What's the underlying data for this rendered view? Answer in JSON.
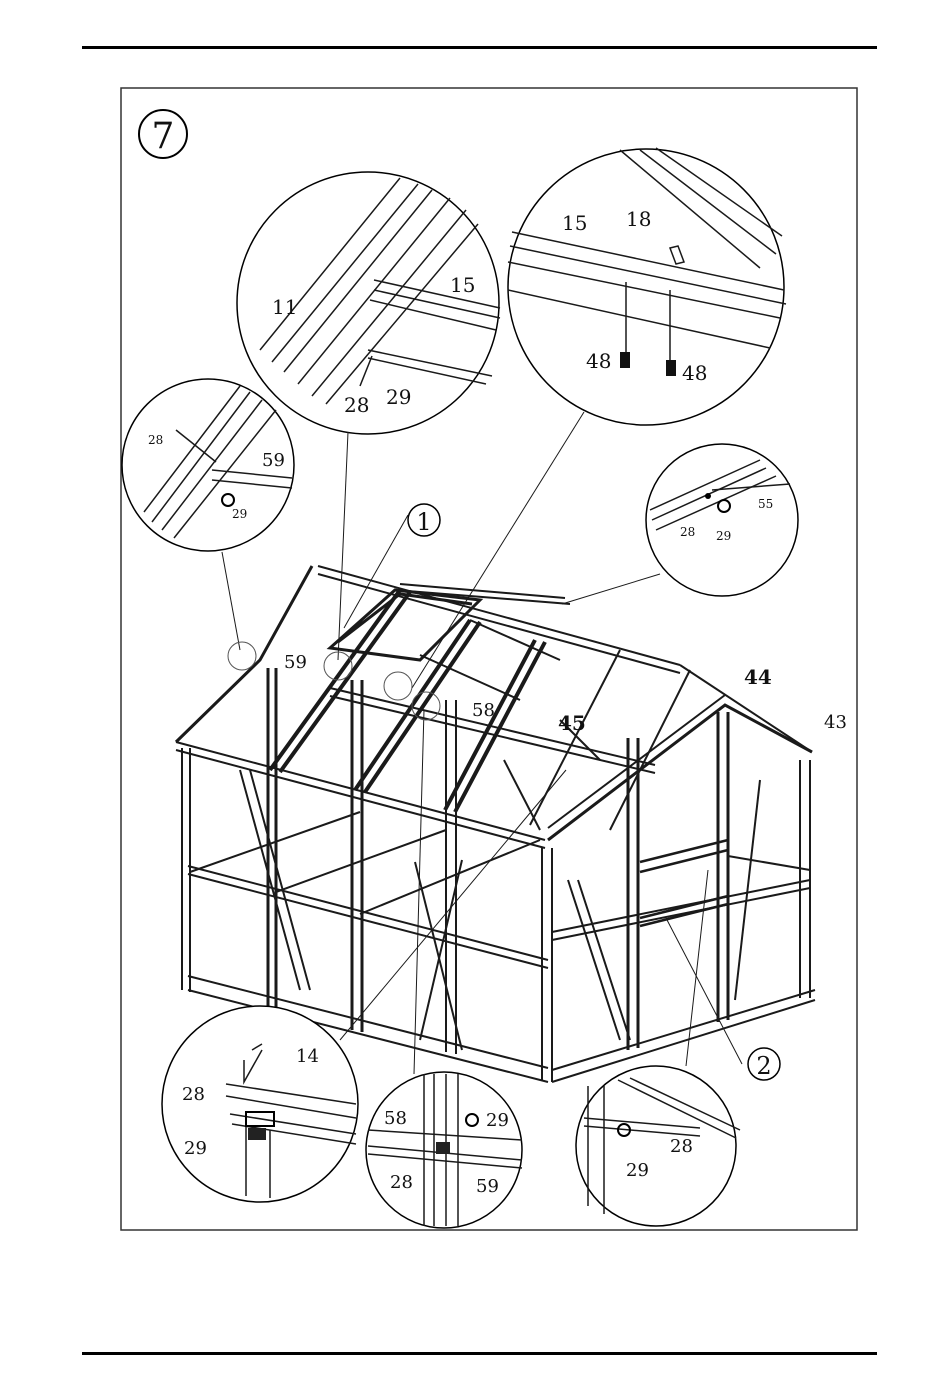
{
  "step": {
    "number": "7"
  },
  "callouts": {
    "c1": "1",
    "c2": "2"
  },
  "labels": {
    "d1_11": "11",
    "d1_15": "15",
    "d1_28": "28",
    "d1_29": "29",
    "d2_15": "15",
    "d2_18": "18",
    "d2_48a": "48",
    "d2_48b": "48",
    "d3_28": "28",
    "d3_59": "59",
    "d3_29": "29",
    "d4_28": "28",
    "d4_29": "29",
    "d4_55": "55",
    "d5_14": "14",
    "d5_28": "28",
    "d5_29": "29",
    "d6_58": "58",
    "d6_29": "29",
    "d6_28": "28",
    "d6_59": "59",
    "d7_28": "28",
    "d7_29": "29",
    "m_59": "59",
    "m_58": "58",
    "m_44": "44",
    "m_45": "45",
    "m_43": "43"
  }
}
